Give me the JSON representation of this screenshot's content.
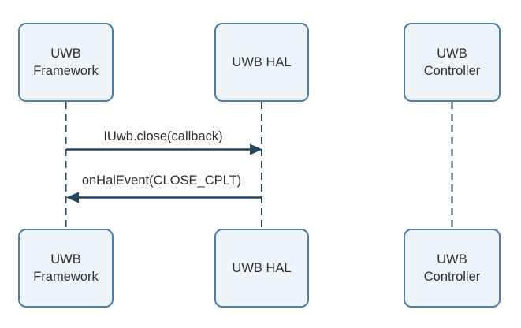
{
  "diagram": {
    "type": "sequence-diagram",
    "background": "#ffffff",
    "colors": {
      "box_fill": "#edf5fa",
      "box_border": "#4f7da7",
      "line": "#24455e",
      "text": "#2e2e2e"
    },
    "actors": [
      {
        "name": "UWB Framework",
        "display": "UWB\nFramework"
      },
      {
        "name": "UWB HAL",
        "display": "UWB HAL"
      },
      {
        "name": "UWB Controller",
        "display": "UWB\nController"
      }
    ],
    "messages": [
      {
        "label": "IUwb.close(callback)",
        "from": "UWB Framework",
        "to": "UWB HAL",
        "direction": "right"
      },
      {
        "label": "onHalEvent(CLOSE_CPLT)",
        "from": "UWB HAL",
        "to": "UWB Framework",
        "direction": "left"
      }
    ]
  }
}
